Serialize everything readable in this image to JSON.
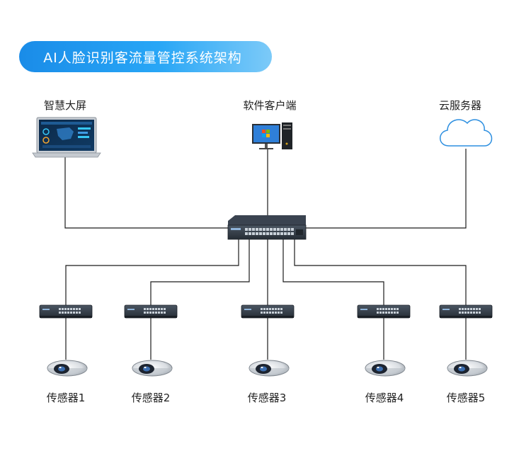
{
  "title": "AI人脸识别客流量管控系统架构",
  "nodes": {
    "screen": "智慧大屏",
    "client": "软件客户端",
    "cloud": "云服务器"
  },
  "sensors": [
    "传感器1",
    "传感器2",
    "传感器3",
    "传感器4",
    "传感器5"
  ],
  "colors": {
    "line": "#1c1c1c",
    "pill": "#1a8ce8",
    "cloud_stroke": "#2d8fe0",
    "switch_body": "#3a4350"
  }
}
